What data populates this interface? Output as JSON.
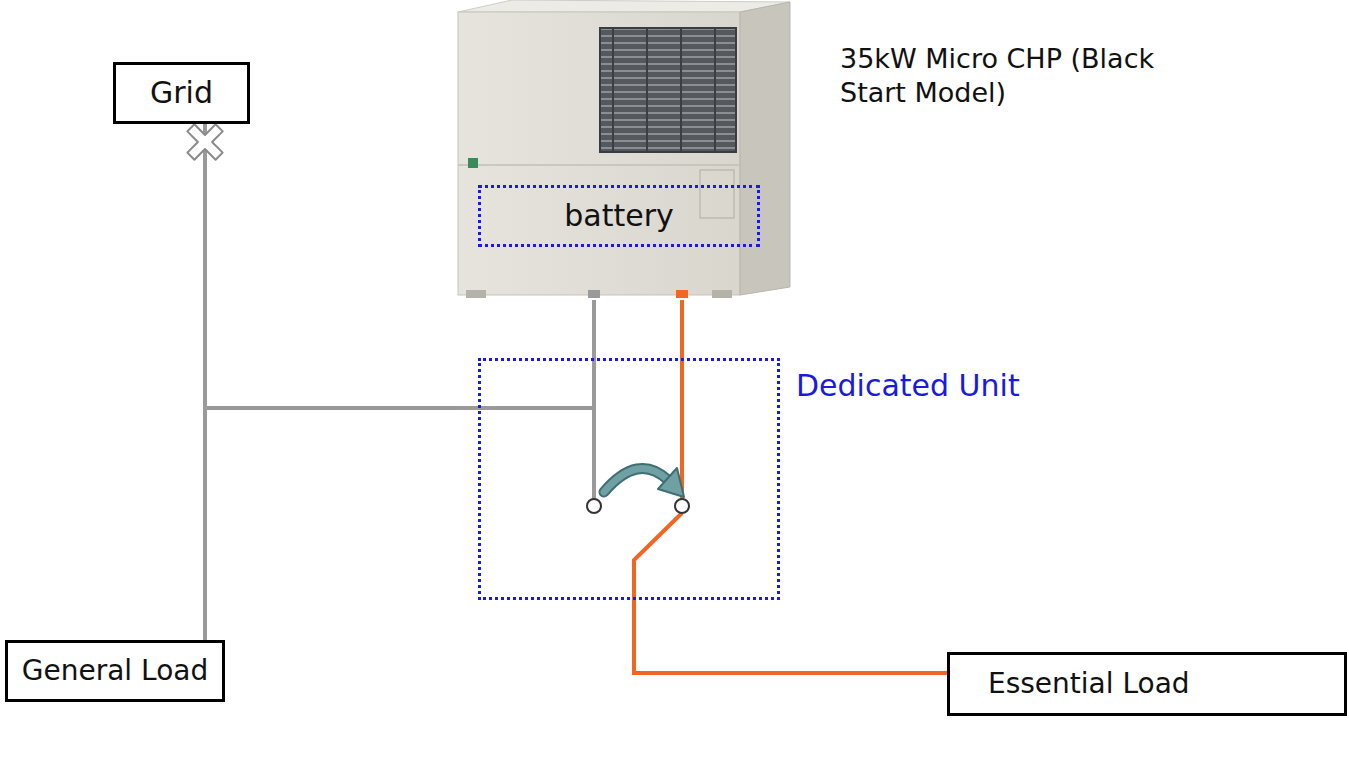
{
  "diagram": {
    "nodes": [
      {
        "text": [
          "35kW Micro CHP (Black Start Model)"
        ]
      },
      {
        "text": [
          "battery"
        ],
        "in": 0
      },
      {
        "text": [
          "Grid"
        ]
      },
      {
        "text": [
          "Dedicated Unit"
        ]
      },
      {
        "text": [
          "General Load"
        ]
      },
      {
        "text": [
          "Essential Load"
        ]
      }
    ],
    "edges": [
      {
        "from": 2,
        "to": 4,
        "arrow": "none"
      },
      {
        "from": 2,
        "to": 3,
        "arrow": "none"
      },
      {
        "from": 0,
        "to": 3,
        "arrow": "none"
      },
      {
        "from": 0,
        "to": 3,
        "arrow": "none"
      },
      {
        "from": 3,
        "to": 5,
        "arrow": "none"
      }
    ]
  }
}
